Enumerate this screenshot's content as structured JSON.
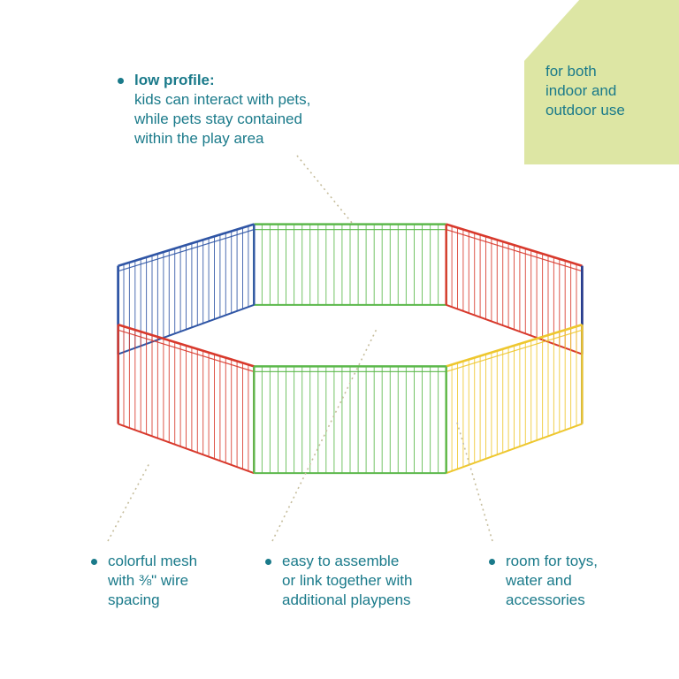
{
  "theme": {
    "text_color": "#1a7a8a",
    "connector_color": "#c6bd9c",
    "background": "#ffffff"
  },
  "badge": {
    "bg_color": "#dde6a4",
    "lines": [
      "for both",
      "indoor and",
      "outdoor use"
    ]
  },
  "callouts": {
    "low_profile": {
      "title": "low profile:",
      "lines": [
        "kids can interact with pets,",
        "while pets stay contained",
        "within the play area"
      ]
    },
    "colorful_mesh": {
      "lines": [
        "colorful mesh",
        "with ⅜\" wire",
        "spacing"
      ]
    },
    "easy_assemble": {
      "lines": [
        "easy to assemble",
        "or link together with",
        "additional playpens"
      ]
    },
    "room_for_toys": {
      "lines": [
        "room for toys,",
        "water and",
        "accessories"
      ]
    }
  },
  "playpen": {
    "description": "octagonal 8-panel colorful wire playpen",
    "wires_per_panel": 24,
    "panels": [
      {
        "position": "front-right",
        "color": "#eec72e"
      },
      {
        "position": "front-center",
        "color": "#5cb84b"
      },
      {
        "position": "front-left",
        "color": "#d8392c"
      },
      {
        "position": "left",
        "color": "#2f55a5"
      },
      {
        "position": "back-left",
        "color": "#2f55a5"
      },
      {
        "position": "back-center",
        "color": "#5cb84b"
      },
      {
        "position": "back-right",
        "color": "#d8392c"
      },
      {
        "position": "right",
        "color": "#253c8f"
      }
    ]
  }
}
